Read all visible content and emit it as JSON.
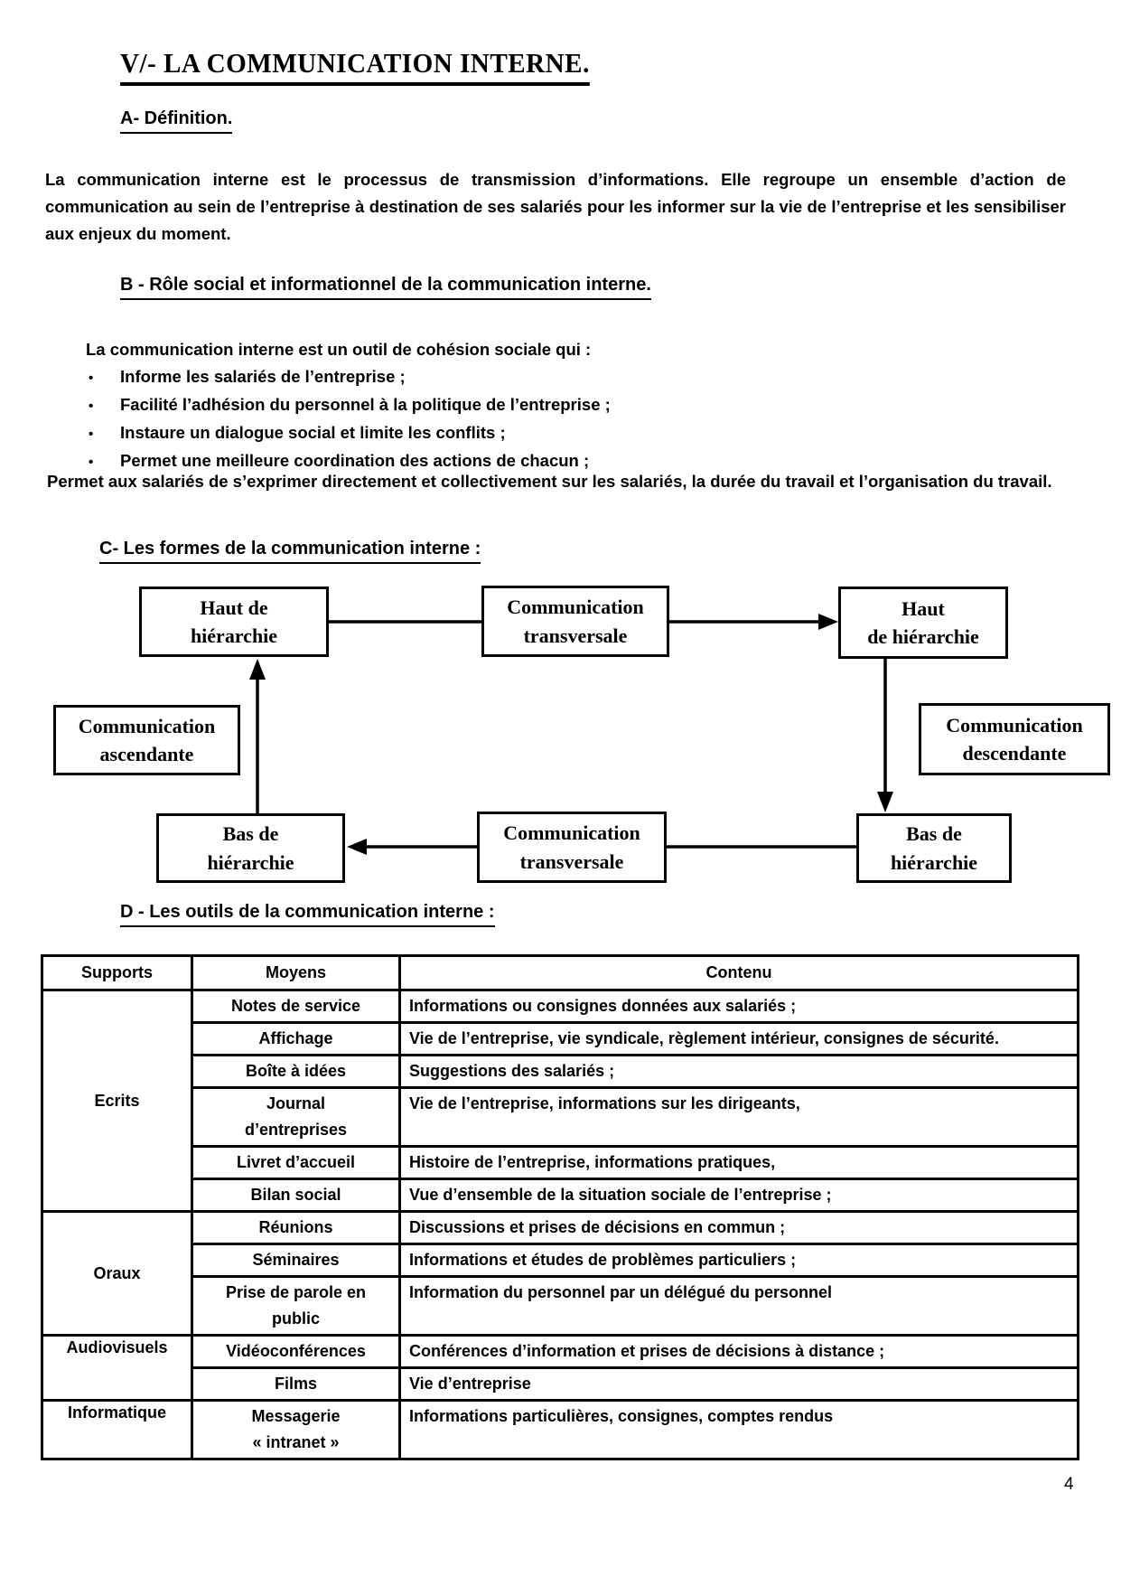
{
  "colors": {
    "text": "#000000",
    "background": "#ffffff",
    "border": "#000000"
  },
  "page_number": "4",
  "title": "V/- LA COMMUNICATION INTERNE.",
  "section_a": {
    "heading": "A- Définition.",
    "paragraph": "La communication interne est le processus de transmission d’informations. Elle regroupe un ensemble d’action de communication au sein de l’entreprise à destination de ses salariés pour les informer sur la vie de l’entreprise et les sensibiliser aux enjeux du moment."
  },
  "section_b": {
    "heading": "B - Rôle social et informationnel de la communication interne.",
    "intro": "La communication interne est un outil de cohésion sociale qui :",
    "bullet_glyph": "•",
    "bullets": [
      "Informe les salariés de l’entreprise ;",
      "Facilité l’adhésion du personnel à la politique de l’entreprise ;",
      "Instaure un dialogue social et limite les conflits ;",
      "Permet une meilleure coordination des actions de chacun ;"
    ],
    "outro": "Permet aux salariés de s’exprimer directement et collectivement sur les salariés, la durée du travail et l’organisation du travail."
  },
  "section_c": {
    "heading": "C- Les formes de la communication interne :",
    "diagram": {
      "haut_left": "Haut de\nhiérarchie",
      "transversale_top": "Communication\ntransversale",
      "haut_right": "Haut\nde hiérarchie",
      "ascendante": "Communication\nascendante",
      "descendante": "Communication\ndescendante",
      "bas_left": "Bas de\nhiérarchie",
      "transversale_bottom": "Communication\ntransversale",
      "bas_right": "Bas de\nhiérarchie"
    }
  },
  "section_d": {
    "heading": "D - Les outils de la communication interne :",
    "table": {
      "headers": [
        "Supports",
        "Moyens",
        "Contenu"
      ],
      "groups": [
        {
          "support": "Ecrits",
          "rows": [
            {
              "moyen": "Notes de service",
              "contenu": "Informations ou consignes données aux salariés ;"
            },
            {
              "moyen": "Affichage",
              "contenu": "Vie de l’entreprise, vie syndicale, règlement intérieur, consignes de sécurité."
            },
            {
              "moyen": "Boîte à idées",
              "contenu": "Suggestions des salariés ;"
            },
            {
              "moyen": "Journal\nd’entreprises",
              "contenu": "Vie de l’entreprise, informations sur les dirigeants,"
            },
            {
              "moyen": "Livret d’accueil",
              "contenu": "Histoire de l’entreprise, informations pratiques,"
            },
            {
              "moyen": "Bilan social",
              "contenu": "Vue d’ensemble de la situation sociale de l’entreprise ;"
            }
          ]
        },
        {
          "support": "Oraux",
          "rows": [
            {
              "moyen": "Réunions",
              "contenu": "Discussions et prises de décisions en commun ;"
            },
            {
              "moyen": "Séminaires",
              "contenu": "Informations et études de problèmes particuliers ;"
            },
            {
              "moyen": "Prise de parole en\npublic",
              "contenu": "Information du personnel par un délégué du personnel"
            }
          ]
        },
        {
          "support": "Audiovisuels",
          "rows": [
            {
              "moyen": "Vidéoconférences",
              "contenu": "Conférences d’information et prises de décisions à distance ;"
            },
            {
              "moyen": "Films",
              "contenu": "Vie d’entreprise"
            }
          ]
        },
        {
          "support": "Informatique",
          "rows": [
            {
              "moyen": "Messagerie\n« intranet »",
              "contenu": "Informations particulières, consignes, comptes rendus"
            }
          ]
        }
      ]
    }
  }
}
